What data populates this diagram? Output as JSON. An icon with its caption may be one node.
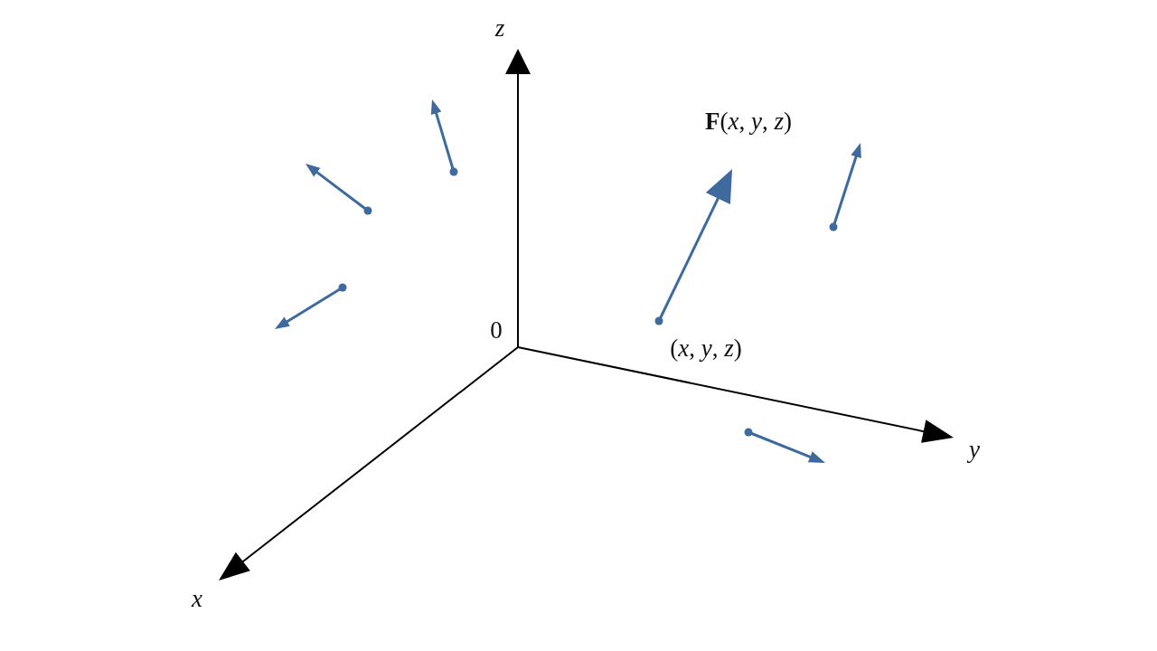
{
  "diagram": {
    "labels": [
      "z",
      "**F**(*x*, *y*, *z*)",
      "0",
      "(*x*, *y*, *z*)",
      "y",
      "x"
    ]
  }
}
